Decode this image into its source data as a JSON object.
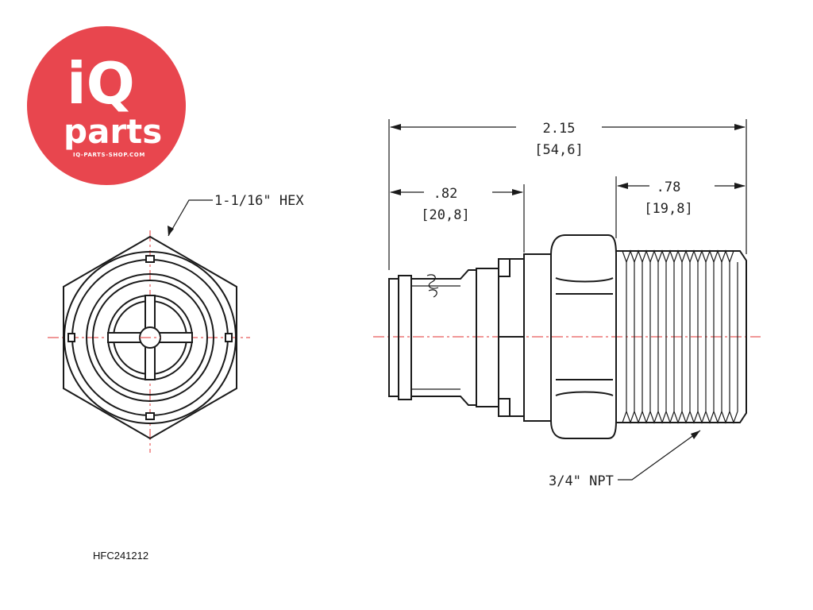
{
  "logo": {
    "word_top": "iQ",
    "word_bottom": "parts",
    "url": "IQ-PARTS-SHOP.COM",
    "color": "#e8464e"
  },
  "part_number": "HFC241212",
  "callouts": {
    "hex": "1-1/16\" HEX",
    "thread": "3/4\" NPT"
  },
  "dimensions": {
    "overall": {
      "inch": "2.15",
      "mm": "[54,6]"
    },
    "left": {
      "inch": ".82",
      "mm": "[20,8]"
    },
    "right": {
      "inch": ".78",
      "mm": "[19,8]"
    }
  },
  "colors": {
    "line": "#1a1a1a",
    "centerline": "#e85a5a"
  }
}
